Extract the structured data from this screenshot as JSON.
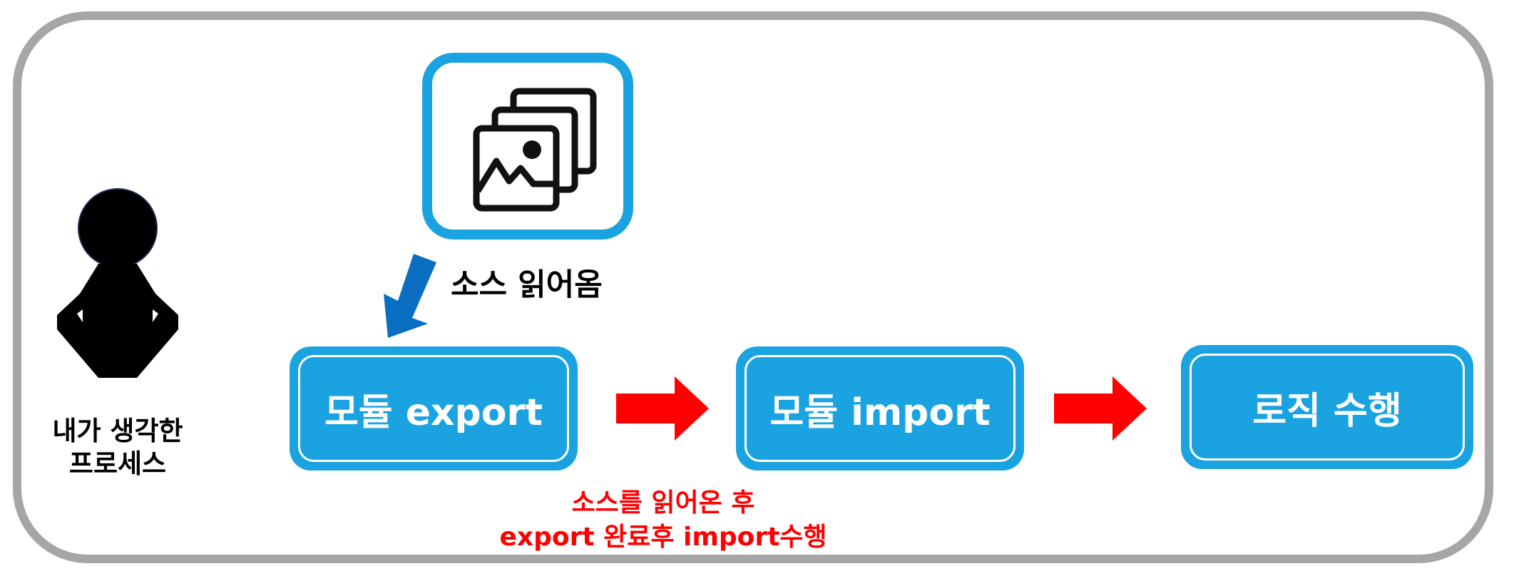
{
  "person": {
    "icon": "person-icon",
    "label_line1": "내가 생각한",
    "label_line2": "프로세스"
  },
  "source": {
    "icon": "image-stack-icon",
    "arrow_icon": "arrow-down-icon",
    "read_label": "소스 읽어옴"
  },
  "steps": [
    {
      "label": "모듈 export"
    },
    {
      "label": "모듈 import"
    },
    {
      "label": "로직 수행"
    }
  ],
  "flow_arrow_icon": "arrow-right-icon",
  "note": {
    "line1": "소스를 읽어온 후",
    "line2": "export 완료후 import수행"
  },
  "colors": {
    "frame_border": "#a6a6a6",
    "box_blue": "#1aa3e0",
    "source_arrow_blue": "#0a6fc2",
    "flow_arrow_red": "#ff0000",
    "note_red": "#ff0000"
  }
}
